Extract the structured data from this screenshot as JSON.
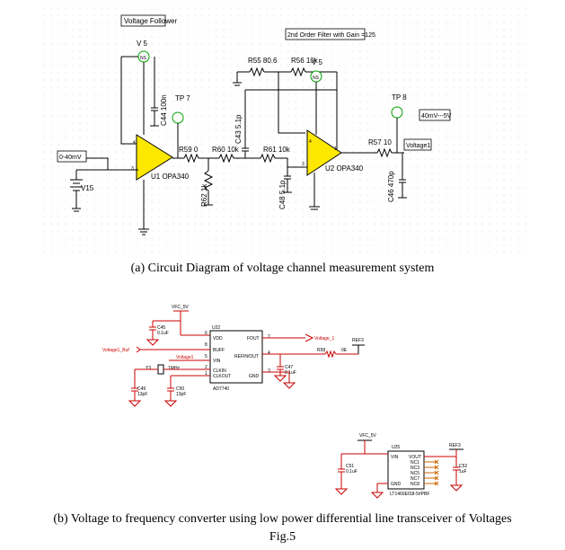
{
  "circuit_a": {
    "labels": {
      "voltage_follower": "Voltage Follower",
      "filter_title": "2nd Order Filter with Gain =125",
      "v5_a": "V 5",
      "v5_b": "V 5",
      "tp7": "TP 7",
      "tp8": "TP 8",
      "c44": "C44 100n",
      "r55": "R55 80.6",
      "r56": "R56 10k",
      "c43": "C43 5.1p",
      "r59": "R59 0",
      "r60": "R60 10k",
      "r61": "R61 10k",
      "r57": "R57 10",
      "input_range": "0-40mV",
      "v15": "V15",
      "u1": "U1 OPA340",
      "u2": "U2 OPA340",
      "r62": "R62 1k",
      "c48": "C48 5.1p",
      "c46": "C46 470p",
      "output_range": "40mV---5V",
      "voltage1": "Voltage1",
      "ns": "NS",
      "pin4": "4",
      "pin3": "3",
      "pin1": "1"
    },
    "caption": "(a)   Circuit Diagram of voltage channel measurement system"
  },
  "circuit_b": {
    "labels": {
      "vfc_5v_a": "VFC_5V",
      "c45": "C45",
      "c45_val": "0.1uF",
      "u22": "U22",
      "vdd": "VDD",
      "buff": "BUFF",
      "vin": "VIN",
      "clkin": "CLKIN",
      "clkout": "CLKOUT",
      "fout": "FOUT",
      "refin": "REFIN/OUT",
      "gnd": "GND",
      "ad7740": "AD7740",
      "voltage_1_out": "Voltage_1",
      "ref3_a": "REF3",
      "r58": "R58",
      "r58_val": "0E",
      "c47": "C47",
      "c47_val": "0.1uF",
      "voltage1_buf": "Voltage1_Buf",
      "voltage1_in": "Voltage1",
      "y3": "Y3",
      "y3_val": "1MHz",
      "c49": "C49",
      "c49_val": "13pF",
      "c50": "C50",
      "c50_val": "13pF",
      "p6": "6",
      "p8": "8",
      "p5": "5",
      "p2": "2",
      "p1": "1",
      "p7": "7",
      "p4": "4",
      "p3": "3",
      "vfc_5v_b": "VFC_5V",
      "u25": "U25",
      "vin_b": "VIN",
      "vout": "VOUT",
      "nc1": "NC1",
      "nc3": "NC3",
      "nc5": "NC5",
      "nc7": "NC7",
      "gnd_b": "GND",
      "nc8": "NC8",
      "lt": "LT1460EIS8-5#PBF",
      "ref3_b": "REF3",
      "c51": "C51",
      "c51_val": "0.1uF",
      "c52": "C52",
      "c52_val": "1uF"
    },
    "caption": "(b)   Voltage to frequency converter using low power differential line transceiver of Voltages"
  },
  "fig_label": "Fig.5"
}
